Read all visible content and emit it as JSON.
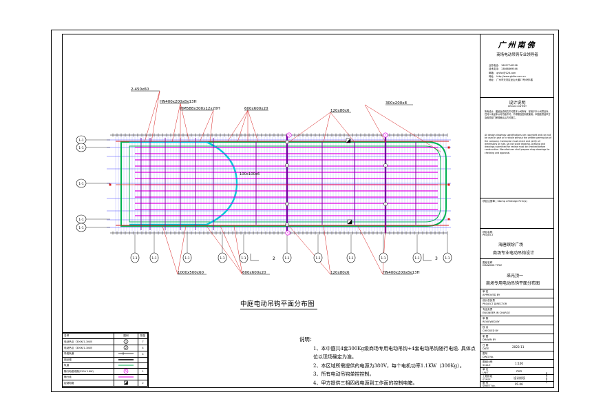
{
  "plan": {
    "title": "中庭电动吊钩平面分布图",
    "callouts": {
      "top_1": "2-450x60",
      "top_2": "HN400x200x8x13H",
      "top_3": "HM588x300x12x20H",
      "top_4": "600x600x20",
      "top_5": "120x80x6",
      "top_6": "300x200x8",
      "mid_1": "100x100x6",
      "bot_1": "1000x500x60",
      "bot_2": "600x600x20",
      "bot_3": "120x80x6",
      "bot_4": "HN400x200x8x13H"
    },
    "section_marks": [
      "2",
      "3"
    ],
    "grid_rows": [
      "1-1",
      "1-1",
      "1-1",
      "1-1",
      "1-1"
    ],
    "grid_cols": [
      "1-1",
      "1-1",
      "1-1",
      "1-1",
      "1-1",
      "1-1",
      "1-1",
      "1-1",
      "1-1",
      "1-1",
      "1-1"
    ],
    "magenta_labels": [
      "5",
      "5",
      "5"
    ],
    "hook_labels": [
      "1",
      "1",
      "1",
      "1",
      "1",
      "1"
    ],
    "colors": {
      "grid_blue": "#4a4aff",
      "beam_red": "#d81f1f",
      "track_magenta": "#e000e0",
      "outline_green": "#00b050",
      "arc_cyan": "#00c8d8",
      "track_purple": "#7000a0"
    }
  },
  "legend": {
    "headers": [
      "名称",
      "图例",
      "数量"
    ],
    "rows": [
      {
        "name": "电动吊点（300K/1.1KW）",
        "symbol": "1",
        "qty": "7"
      },
      {
        "name": "电动吊点（300K/1.1KW）",
        "symbol": "2",
        "qty": "4"
      },
      {
        "name": "吊装轨道",
        "symbol": "",
        "qty": "4"
      },
      {
        "name": "钢丝绳",
        "symbol": "",
        "qty": ""
      },
      {
        "name": "轨道",
        "symbol": "",
        "qty": ""
      },
      {
        "name": "随行电缆线路(220V 1KW)",
        "symbol": "5",
        "qty": "1"
      },
      {
        "name": "随行线",
        "symbol": "",
        "qty": ""
      },
      {
        "name": "控制电箱",
        "symbol": "",
        "qty": "2"
      }
    ]
  },
  "notes": {
    "title": "说明：",
    "items": [
      "1、本中庭共4套300Kg级商场专用电动吊钩+4套电动吊钩随行电缆. 具体点",
      "位以现场确定为准。",
      "2、本区域所需提供的电源为380V，每个电机功率1.1KW（300Kg）。",
      "3、所有电动吊钩单控控制。",
      "4、甲方提供三相四线电源到工作面的控制电箱。"
    ]
  },
  "title_block": {
    "brand_name": "广州南佛",
    "brand_slogan": "商场电动吊钩专业领导者",
    "contact_lines": [
      "业务电话：  18027740298",
      "技术支持：  13868869546",
      "邮箱：  ghifor@126.com",
      "网址：  http://www.ghifor.com.cn",
      "地址：  广州市天河区龙山大道27号4号3楼"
    ],
    "intro_title": "设计说明",
    "intro_sub": "DESIGN CONTENT",
    "intro_cn": "所有设计、图纸及说明文件均属本公司所有，除用于本公司项目外，任何人未经本公司书面许可，不得擅自复制或使用。本图纸须经甲方及相关部门审核确认后方可施工。",
    "intro_en": "All design drawings specifications are copyright and can not be used in part or in whole without the written permission of the company. Contractor must check and verify all dimensions on site. Do not scale drawing. Drawing and drawings submitted for review must be checked before construction. Manufacturer shall prepare shop drawings for checking and approval.",
    "stamp_label": "项目注册章 | Stamp of Design Firm(s)",
    "project_label": "项目名称",
    "project_label_en": "PROJECT",
    "project_name_1": "海唐缤纷广场",
    "project_name_2": "商场专业电动吊钩设计",
    "drawing_label": "图纸名称",
    "drawing_label_en": "DRAWING TITLE",
    "drawing_name_1": "采光顶一",
    "drawing_name_2": "商场专用电动吊钩平面分布图",
    "fields": [
      {
        "cn": "审 定",
        "en": "APPROVED BY",
        "value": ""
      },
      {
        "cn": "设计总负责",
        "en": "PROJECT DIRECTOR",
        "value": ""
      },
      {
        "cn": "专业负责",
        "en": "ENGINEER IN CHARGE",
        "value": ""
      },
      {
        "cn": "审 核",
        "en": "REVIEWED BY",
        "value": ""
      },
      {
        "cn": "校 对",
        "en": "CHECKED BY",
        "value": ""
      },
      {
        "cn": "制 图",
        "en": "DRAWN BY",
        "value": ""
      },
      {
        "cn": "日 期",
        "en": "DATE",
        "value": "2023-11"
      },
      {
        "cn": "图号",
        "en": "DWG No.",
        "value": ""
      },
      {
        "cn": "图纸比例",
        "en": "SCALE",
        "value": "1:100"
      },
      {
        "cn": "单 位",
        "en": "UNIT",
        "value": "mm"
      },
      {
        "cn": "工程阶段",
        "en": "STAGE",
        "value": "设计阶段"
      },
      {
        "cn": "图 号",
        "en": "SHEET No.",
        "value": "PF-06"
      }
    ],
    "side_code": "GHIFOR-A1"
  }
}
